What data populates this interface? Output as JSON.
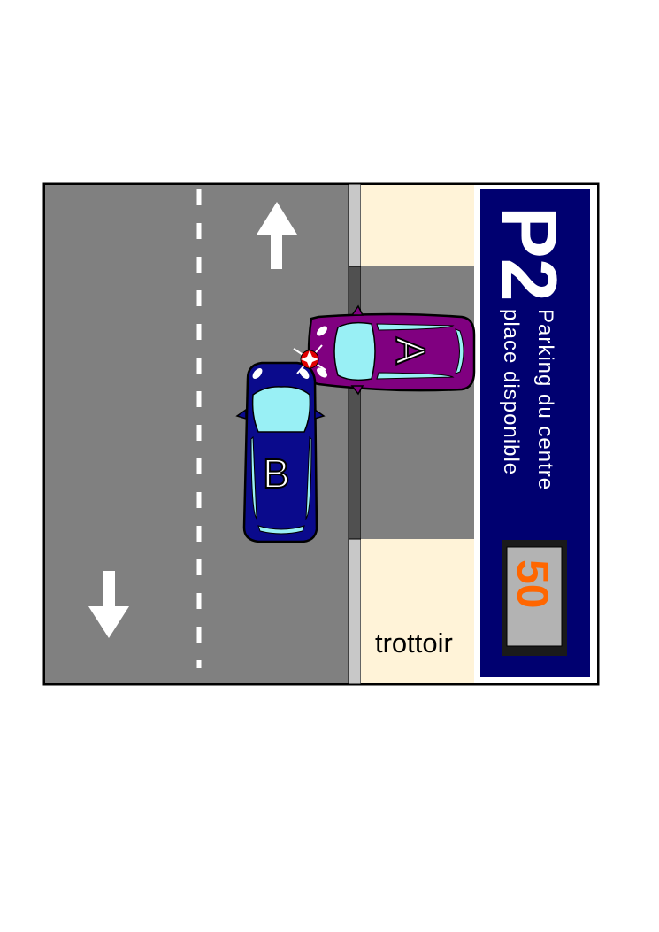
{
  "scene": {
    "sidewalk_label": "trottoir",
    "car_a_label": "A",
    "car_b_label": "B"
  },
  "parking_sign": {
    "title": "P2",
    "line1": "Parking du centre",
    "line2": "place disponible",
    "counter": "50"
  },
  "colors": {
    "road": "#808080",
    "sidewalk": "#fff3d8",
    "sign_bg": "#000070",
    "car_a": "#800080",
    "car_b": "#0a0a8c",
    "glass": "#99f0f5",
    "counter_text": "#ff6600",
    "counter_bg": "#b3b3b3"
  }
}
